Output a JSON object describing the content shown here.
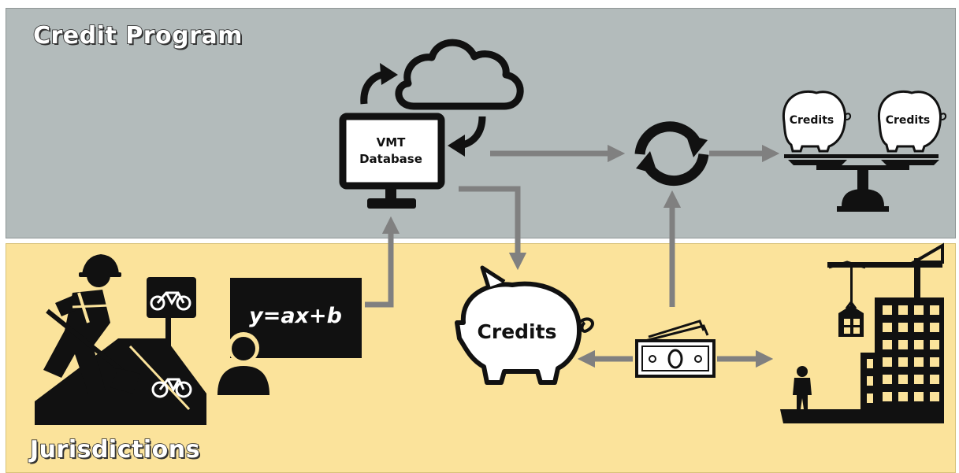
{
  "sections": {
    "top_title": "Credit Program",
    "bottom_title": "Jurisdictions"
  },
  "monitor": {
    "line1": "VMT",
    "line2": "Database"
  },
  "formula": "y=ax+b",
  "piggy_main": "Credits",
  "scale_left": "Credits",
  "scale_right": "Credits",
  "colors": {
    "top_band": "#b3bbbb",
    "bottom_band": "#fbe39b",
    "arrow": "#808080",
    "icon": "#111111"
  }
}
